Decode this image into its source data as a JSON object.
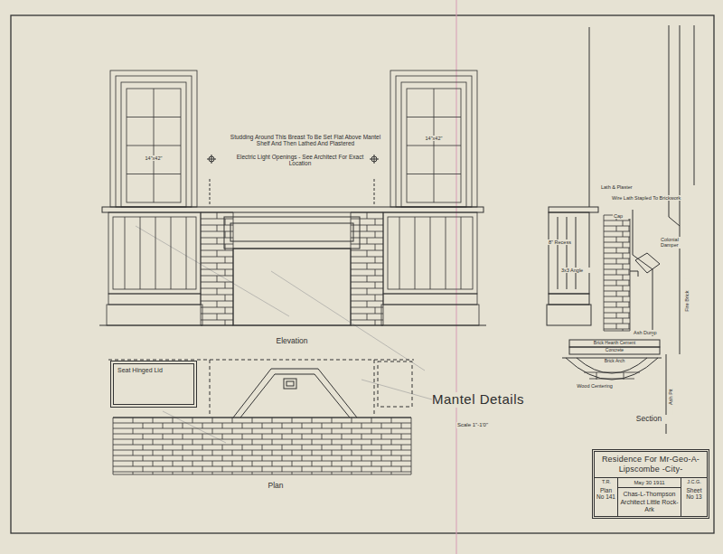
{
  "diagram": {
    "title": "Mantel Details",
    "nodes": [
      {
        "text": [
          "Seat Hinged Lid"
        ]
      },
      {
        "text": [
          "Residence For Mr-Geo-A-Lipscombe -City-"
        ]
      },
      {
        "text": [
          "Plan No 141"
        ],
        "in": 1
      },
      {
        "text": [
          "May 30 1911",
          "Chas-L-Thompson Architect Little Rock-Ark"
        ],
        "in": 1
      },
      {
        "text": [
          "Sheet No 13"
        ],
        "in": 1
      }
    ],
    "labels": [
      "Studding Around This Breast To Be Set Flat Above Mantel Shelf And Then Lathed And Plastered",
      "Electric Light Openings - See Architect For Exact Location",
      "14\"x42\"",
      "14\"x42\"",
      "Elevation",
      "Scale 1\"-1'0\"",
      "Plan",
      "Section",
      "Lath & Plaster",
      "Wire Lath Stapled To Brickwork",
      "Cap",
      "Colonial Damper",
      "8\" Recess",
      "3x3 Angle",
      "Fire Brick",
      "Ash Dump",
      "Brick Hearth Cement",
      "Concrete",
      "Brick Arch",
      "Wood Centering",
      "Ash Pit",
      "T.R.",
      "J.C.G."
    ]
  }
}
